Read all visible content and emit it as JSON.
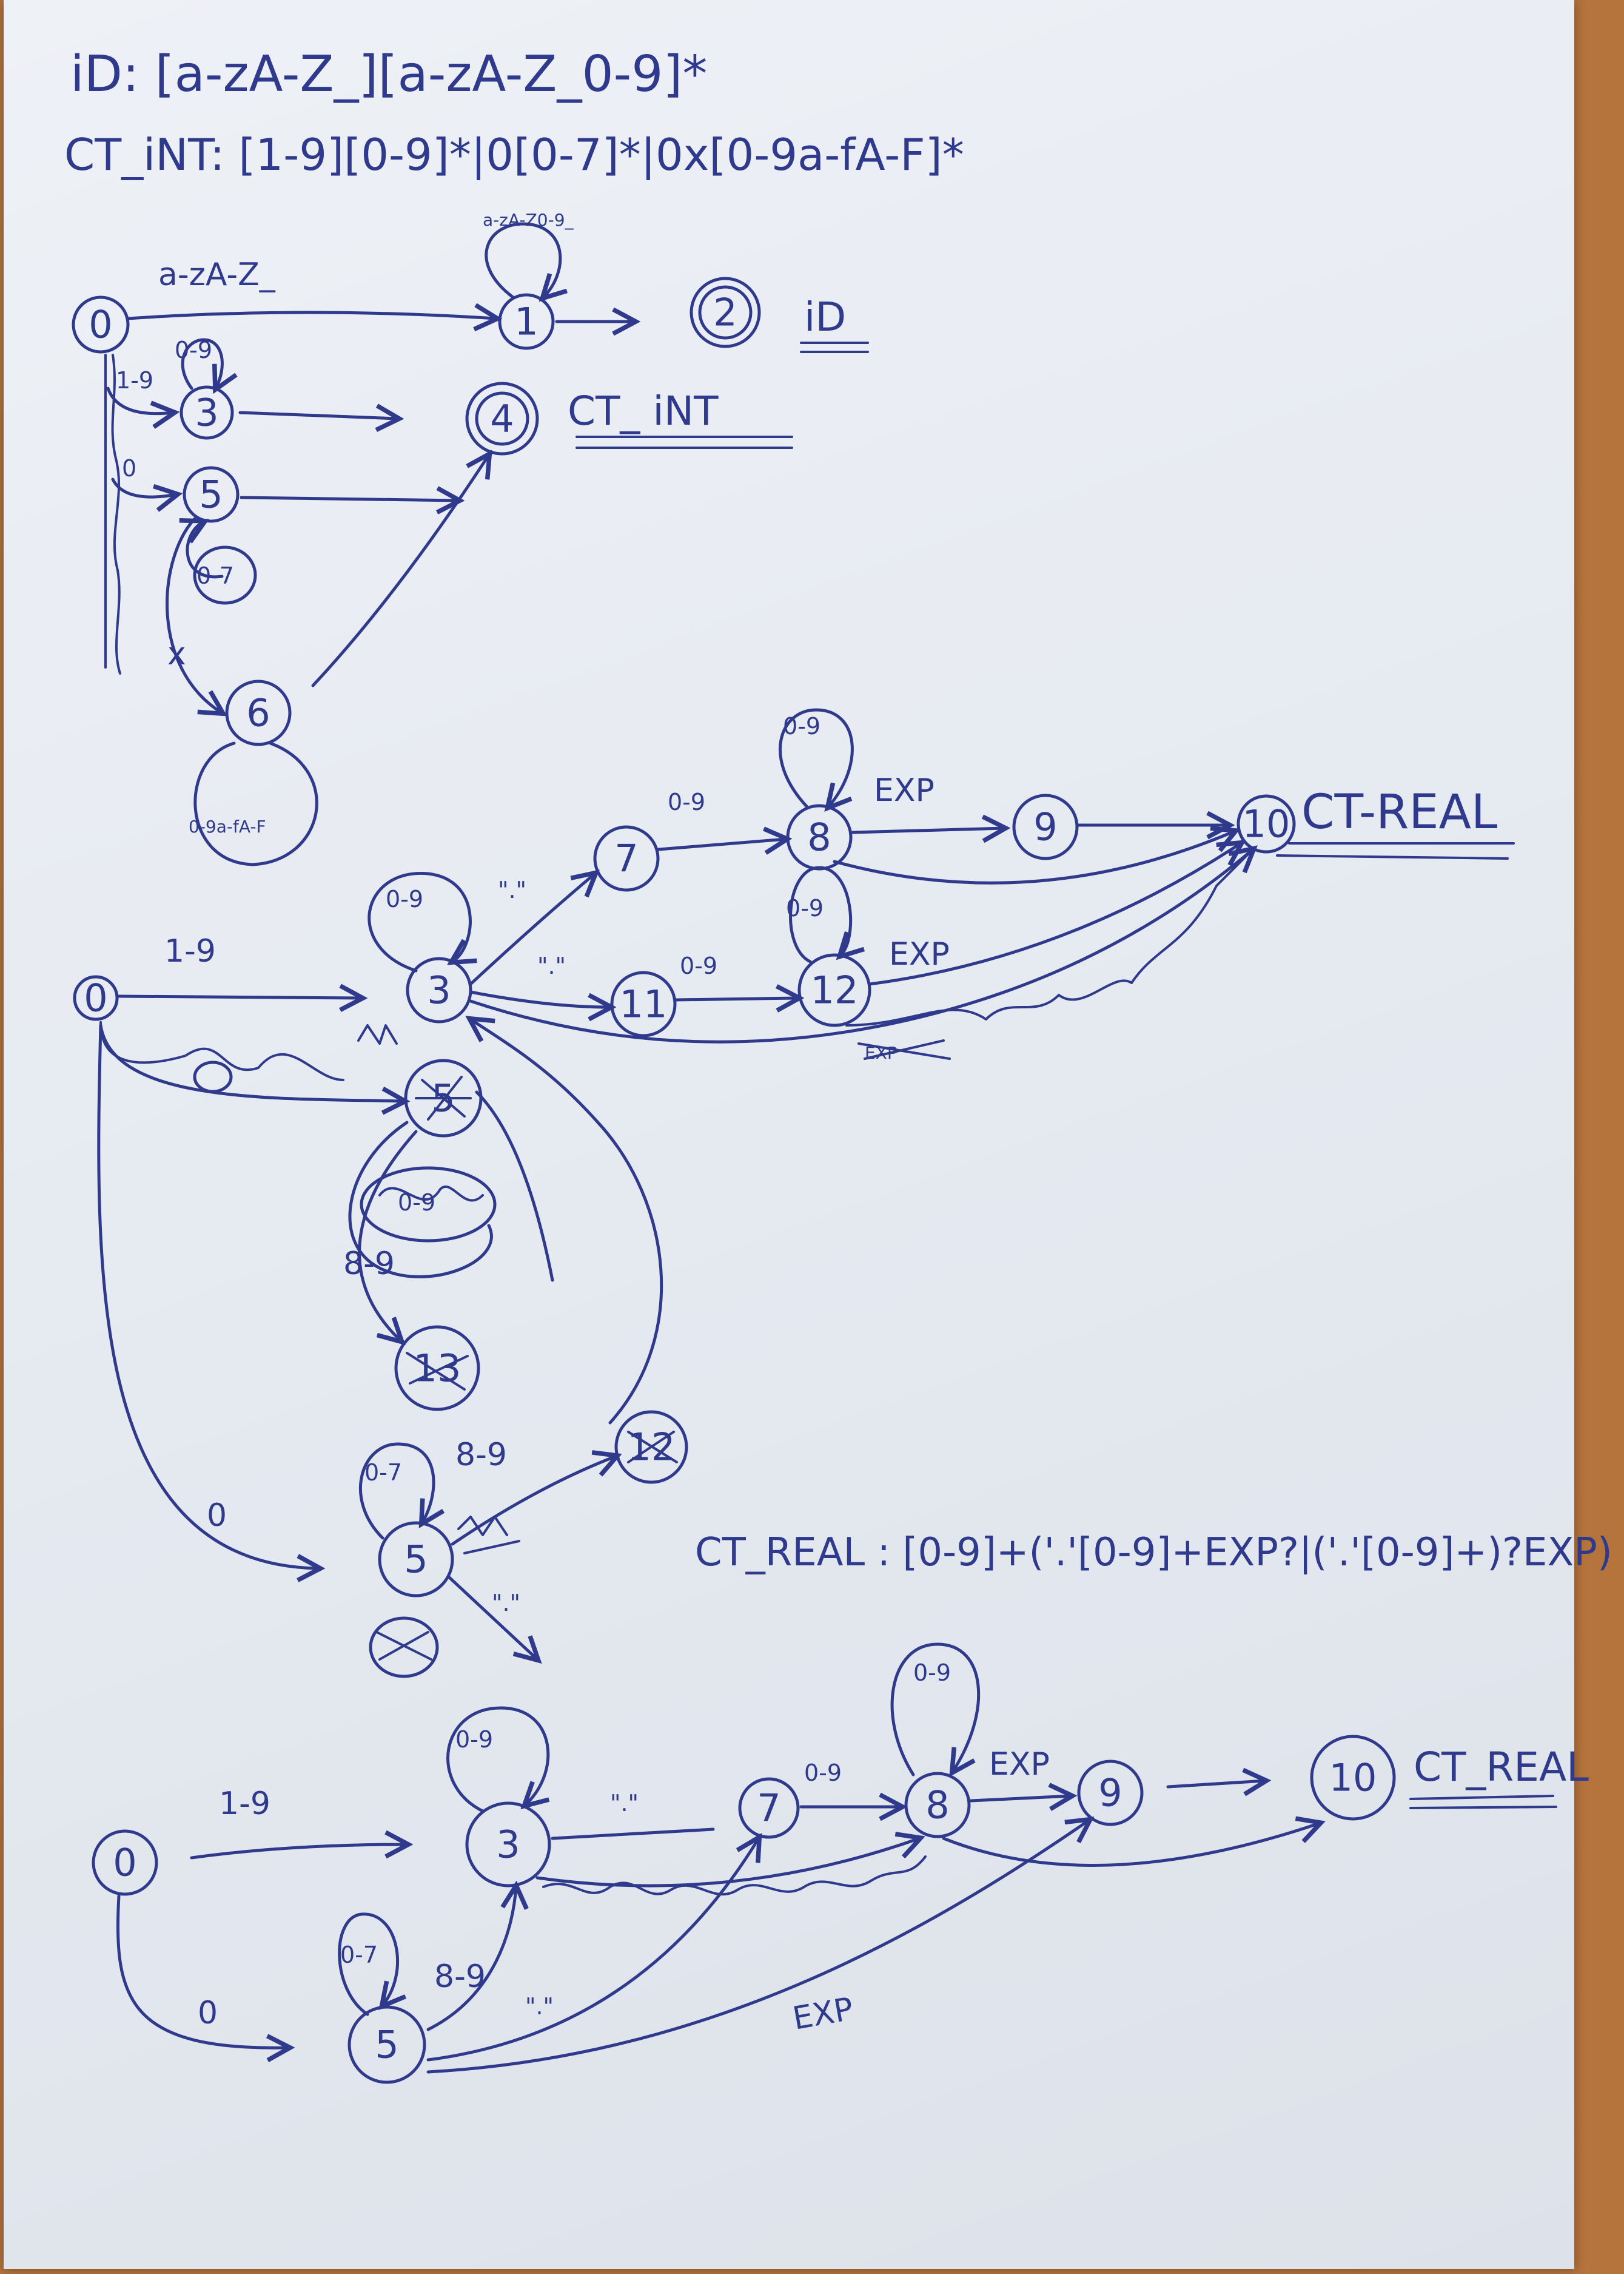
{
  "regex": {
    "id_rule": "iD: [a-zA-Z_][a-zA-Z_0-9]*",
    "ct_int_rule": "CT_iNT: [1-9][0-9]*|0[0-7]*|0x[0-9a-fA-F]*",
    "ct_real_rule": "CT_REAL : [0-9]+('.'[0-9]+EXP?|('.'[0-9]+)?EXP)"
  },
  "tokens": {
    "id": "iD",
    "ct_int": "CT_ iNT",
    "ct_real": "CT-REAL",
    "ct_real_bottom": "CT_REAL"
  },
  "diagram1": {
    "states": [
      "0",
      "1",
      "2",
      "3",
      "4",
      "5",
      "6"
    ],
    "labels": {
      "e01": "a-zA-Z_",
      "self1": "a-zA-Z0-9_",
      "e03": "1-9",
      "self3": "0-9",
      "e05": "0",
      "self5": "0-7",
      "e56": "x",
      "self6": "0-9a-fA-F"
    }
  },
  "diagram2": {
    "states": [
      "0",
      "3",
      "5",
      "7",
      "8",
      "9",
      "10",
      "11",
      "12",
      "13"
    ],
    "labels": {
      "e03": "1-9",
      "self3": "0-9",
      "e37": "\".\"",
      "e78": "0-9",
      "self8": "0-9",
      "e89": "EXP",
      "e311": "\".\"",
      "e1112": "0-9",
      "self12": "0-9",
      "e12_10": "EXP",
      "e05": "0",
      "self5": "0-7",
      "e5_12": "8-9",
      "e5_dot": "\".\"",
      "self13": "0-9",
      "e13": "8-9",
      "exp_scratched": "EXP"
    }
  },
  "diagram3": {
    "states": [
      "0",
      "3",
      "5",
      "7",
      "8",
      "9",
      "10"
    ],
    "labels": {
      "e03": "1-9",
      "self3": "0-9",
      "e37": "\".\"",
      "e78": "0-9",
      "self8": "0-9",
      "e89": "EXP",
      "e05": "0",
      "self5": "0-7",
      "e53": "8-9",
      "e57": "\".\"",
      "e59": "EXP"
    }
  }
}
